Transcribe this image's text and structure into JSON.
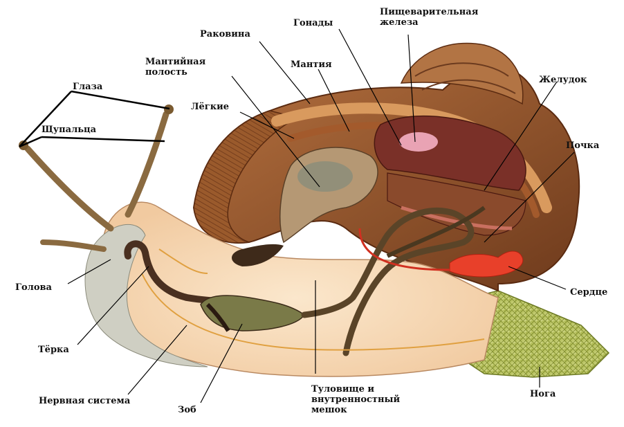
{
  "labels": {
    "eyes": "Глаза",
    "tentacles": "Щупальца",
    "mantle_cavity": "Мантийная\nполость",
    "shell": "Раковина",
    "gonads": "Гонады",
    "digestive_gland": "Пищеварительная\nжелеза",
    "mantle": "Мантия",
    "lungs": "Лёгкие",
    "stomach": "Желудок",
    "kidney": "Почка",
    "head": "Голова",
    "radula": "Тёрка",
    "heart": "Сердце",
    "nervous_system": "Нервная система",
    "crop": "Зоб",
    "body_sac": "Туловище и\nвнутренностный\nмешок",
    "foot": "Нога"
  },
  "colors": {
    "shell_brown": "#8a4a22",
    "shell_light": "#c88a58",
    "body": "#f6d9b8",
    "head_gray": "#c8c8bc",
    "foot_green": "#b7c25a",
    "heart_red": "#e8402a",
    "gland_pink": "#c7627a",
    "organ_dark": "#5a3a28",
    "label_line": "#000000"
  }
}
